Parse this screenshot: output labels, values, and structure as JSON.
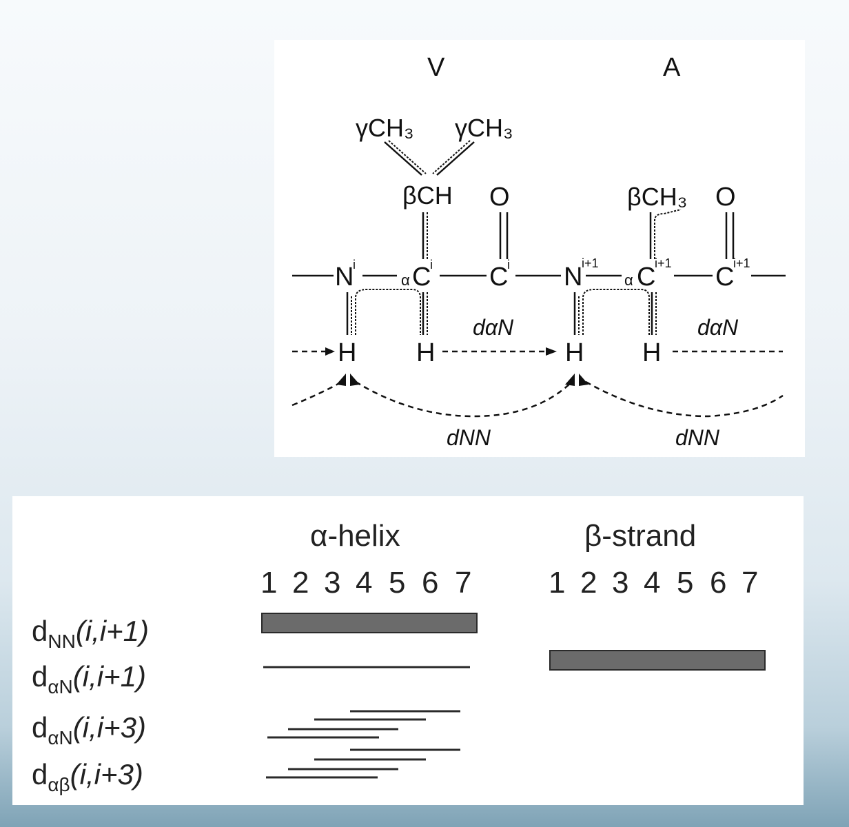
{
  "molecule": {
    "residue_1": "V",
    "residue_2": "A",
    "gamma_methyl_1": "γCH₃",
    "gamma_methyl_2": "γCH₃",
    "beta_ch": "βCH",
    "beta_ch3": "βCH₃",
    "oxygen": "O",
    "nitrogen": "N",
    "carbon": "C",
    "alpha_prefix": "α",
    "hydrogen": "H",
    "sup_i": "i",
    "sup_i1": "i+1",
    "d_alpha_n": "dαN",
    "d_nn": "dNN"
  },
  "table": {
    "col1_title": "α-helix",
    "col2_title": "β-strand",
    "numbers": [
      "1",
      "2",
      "3",
      "4",
      "5",
      "6",
      "7"
    ],
    "rows": [
      {
        "d": "d",
        "sub": "NN",
        "args": "(i,i+1)"
      },
      {
        "d": "d",
        "sub": "αN",
        "args": "(i,i+1)"
      },
      {
        "d": "d",
        "sub": "αN",
        "args": "(i,i+3)"
      },
      {
        "d": "d",
        "sub": "αβ",
        "args": "(i,i+3)"
      }
    ]
  }
}
